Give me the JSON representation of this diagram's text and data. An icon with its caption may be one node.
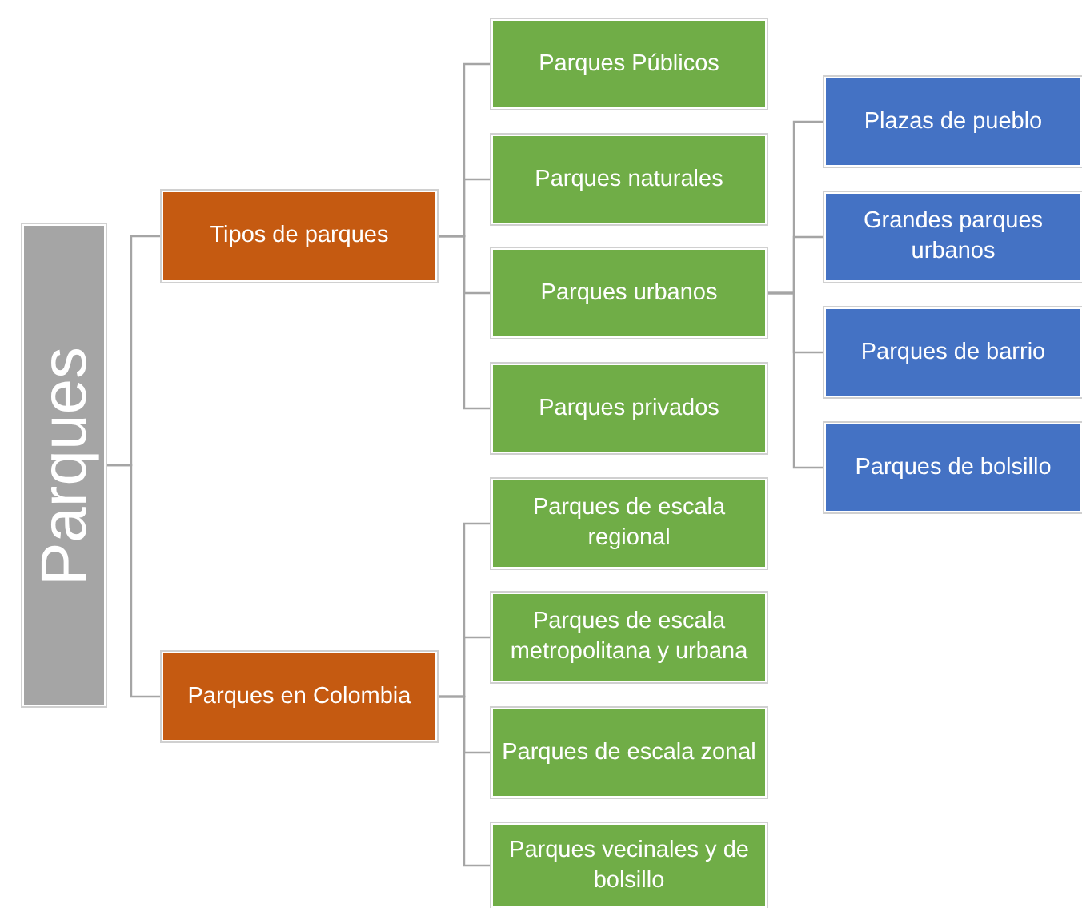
{
  "diagram": {
    "nodes": [
      {
        "text": [
          "Parques"
        ]
      },
      {
        "text": [
          "Tipos de parques"
        ]
      },
      {
        "text": [
          "Parques Públicos"
        ]
      },
      {
        "text": [
          "Parques naturales"
        ]
      },
      {
        "text": [
          "Parques urbanos"
        ]
      },
      {
        "text": [
          "Parques privados"
        ]
      },
      {
        "text": [
          "Plazas de pueblo"
        ]
      },
      {
        "text": [
          "Grandes parques urbanos"
        ]
      },
      {
        "text": [
          "Parques de barrio"
        ]
      },
      {
        "text": [
          "Parques de bolsillo"
        ]
      },
      {
        "text": [
          "Parques en Colombia"
        ]
      },
      {
        "text": [
          "Parques de escala regional"
        ]
      },
      {
        "text": [
          "Parques de escala metropolitana y urbana"
        ]
      },
      {
        "text": [
          "Parques de escala zonal"
        ]
      },
      {
        "text": [
          "Parques vecinales y de bolsillo"
        ]
      }
    ],
    "edges": [
      {
        "from": 0,
        "to": 1,
        "arrow": "none"
      },
      {
        "from": 0,
        "to": 10,
        "arrow": "none"
      },
      {
        "from": 1,
        "to": 2,
        "arrow": "none"
      },
      {
        "from": 1,
        "to": 3,
        "arrow": "none"
      },
      {
        "from": 1,
        "to": 4,
        "arrow": "none"
      },
      {
        "from": 1,
        "to": 5,
        "arrow": "none"
      },
      {
        "from": 4,
        "to": 6,
        "arrow": "none"
      },
      {
        "from": 4,
        "to": 7,
        "arrow": "none"
      },
      {
        "from": 4,
        "to": 8,
        "arrow": "none"
      },
      {
        "from": 4,
        "to": 9,
        "arrow": "none"
      },
      {
        "from": 10,
        "to": 11,
        "arrow": "none"
      },
      {
        "from": 10,
        "to": 12,
        "arrow": "none"
      },
      {
        "from": 10,
        "to": 13,
        "arrow": "none"
      },
      {
        "from": 10,
        "to": 14,
        "arrow": "none"
      }
    ]
  }
}
